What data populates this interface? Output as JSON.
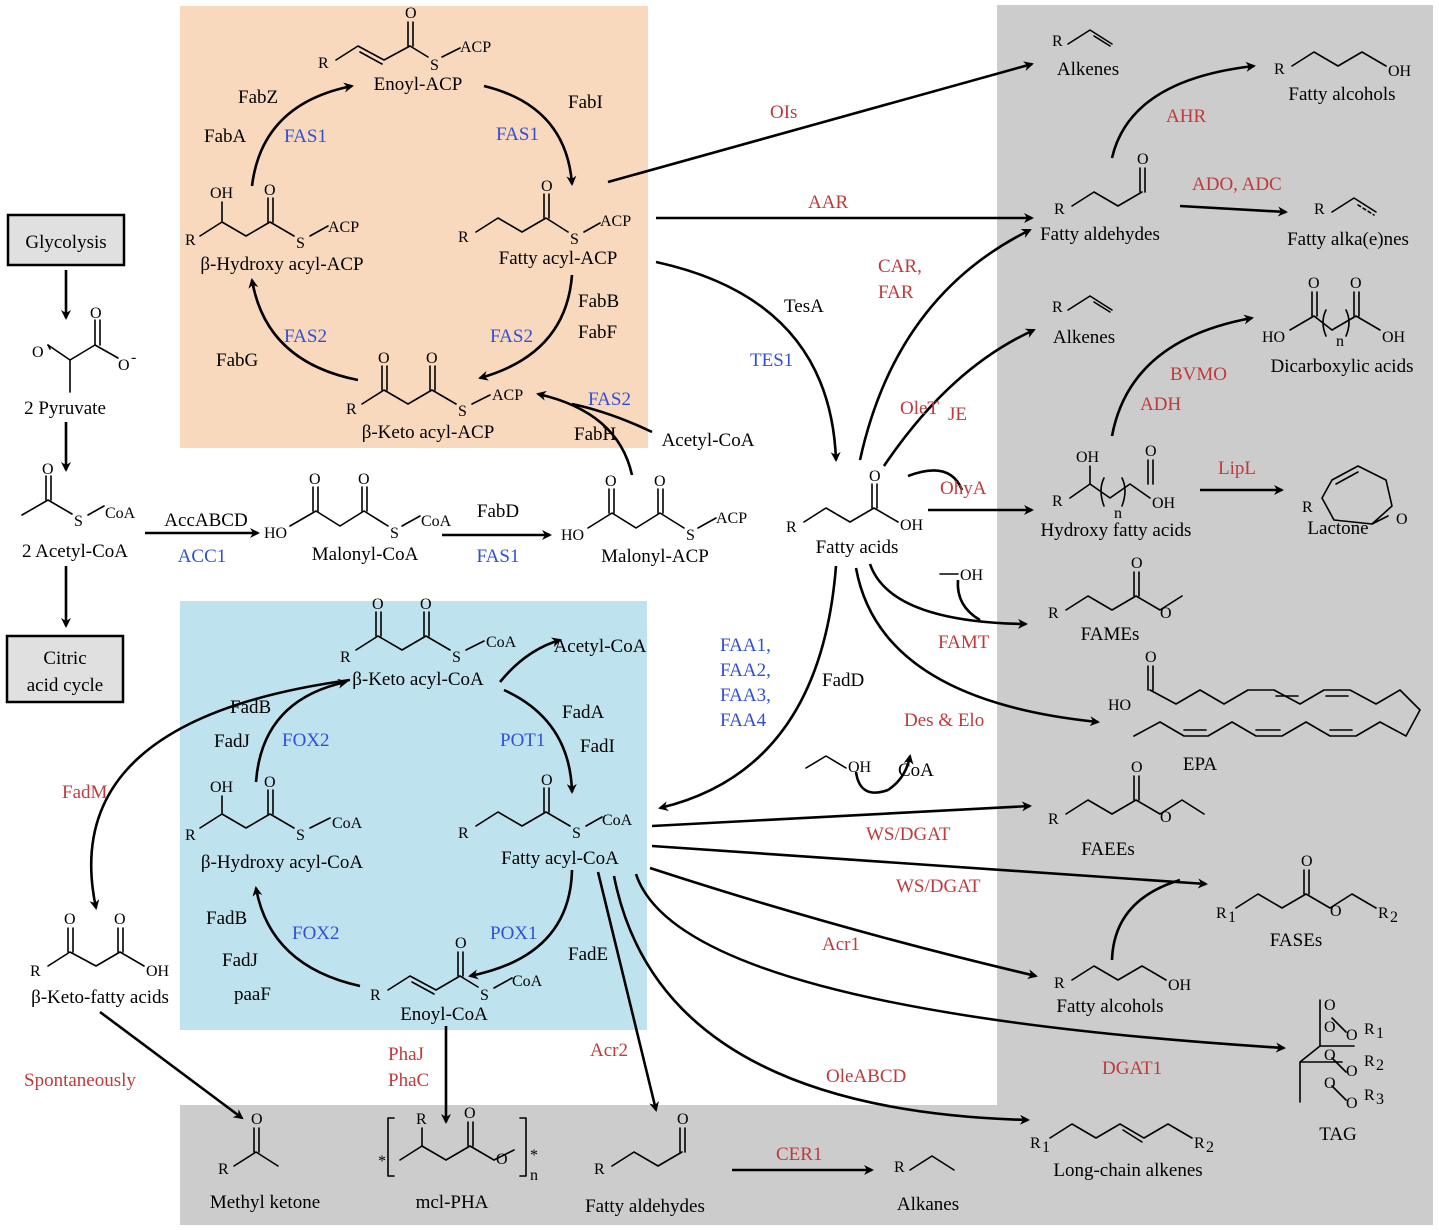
{
  "colors": {
    "orange_region": "#f9d9bd",
    "blue_region": "#bfe3ee",
    "gray_region": "#cccccc",
    "enzyme_red": "#c0393b",
    "enzyme_blue": "#2f4fd6",
    "box_fill": "#e0e0e0"
  },
  "boxes": {
    "glycolysis": "Glycolysis",
    "citric_1": "Citric",
    "citric_2": "acid cycle"
  },
  "compounds": {
    "pyruvate": "2 Pyruvate",
    "acetyl_coa_2": "2 Acetyl-CoA",
    "malonyl_coa": "Malonyl-CoA",
    "malonyl_acp": "Malonyl-ACP",
    "acetyl_coa_top": "Acetyl-CoA",
    "enoyl_acp": "Enoyl-ACP",
    "hydroxy_acyl_acp": "β-Hydroxy acyl-ACP",
    "fatty_acyl_acp": "Fatty acyl-ACP",
    "keto_acyl_acp": "β-Keto acyl-ACP",
    "fatty_acids": "Fatty acids",
    "keto_acyl_coa": "β-Keto acyl-CoA",
    "acetyl_coa_beta": "Acetyl-CoA",
    "hydroxy_acyl_coa": "β-Hydroxy acyl-CoA",
    "fatty_acyl_coa": "Fatty acyl-CoA",
    "enoyl_coa": "Enoyl-CoA",
    "keto_fatty_acids": "β-Keto-fatty acids",
    "alkenes_top": "Alkenes",
    "fatty_alcohols_top": "Fatty alcohols",
    "fatty_aldehydes_top": "Fatty aldehydes",
    "fatty_alkaenes": "Fatty alka(e)nes",
    "alkenes_mid": "Alkenes",
    "dicarboxylic_acids": "Dicarboxylic acids",
    "hydroxy_fatty_acids": "Hydroxy fatty acids",
    "lactone": "Lactone",
    "fames": "FAMEs",
    "epa": "EPA",
    "faees": "FAEEs",
    "coa": "CoA",
    "fases": "FASEs",
    "fatty_alcohols_bottom": "Fatty alcohols",
    "tag": "TAG",
    "long_chain_alkenes": "Long-chain alkenes",
    "methyl_ketone": "Methyl ketone",
    "mcl_pha": "mcl-PHA",
    "fatty_aldehydes_bottom": "Fatty aldehydes",
    "alkanes": "Alkanes"
  },
  "enzymes_black": {
    "accabcd": "AccABCD",
    "fadd_top": "FabD",
    "fabz": "FabZ",
    "faba": "FabA",
    "fabi": "FabI",
    "fabb": "FabB",
    "fabf": "FabF",
    "fabg": "FabG",
    "fabh": "FabH",
    "tesa": "TesA",
    "fadd": "FadD",
    "fadb_1": "FadB",
    "fadj_1": "FadJ",
    "fada": "FadA",
    "fadi": "FadI",
    "fadb_2": "FadB",
    "fadj_2": "FadJ",
    "paaf": "paaF",
    "fade": "FadE"
  },
  "enzymes_blue": {
    "acc1": "ACC1",
    "fas1_b": "FAS1",
    "fas1_a": "FAS1",
    "fas1_c": "FAS1",
    "fas2_a": "FAS2",
    "fas2_b": "FAS2",
    "fas2_c": "FAS2",
    "tes1": "TES1",
    "faa1": "FAA1,",
    "faa2": "FAA2,",
    "faa3": "FAA3,",
    "faa4": "FAA4",
    "fox2_a": "FOX2",
    "pot1": "POT1",
    "fox2_b": "FOX2",
    "pox1": "POX1"
  },
  "enzymes_red": {
    "ois": "OIs",
    "aar": "AAR",
    "ahr": "AHR",
    "ado_adc": "ADO, ADC",
    "car": "CAR,",
    "far": "FAR",
    "olet": "OleT",
    "olet_sub": "JE",
    "bvmo": "BVMO",
    "adh": "ADH",
    "ohya": "OhyA",
    "lipl": "LipL",
    "famt": "FAMT",
    "des_elo": "Des & Elo",
    "ws_dgat_1": "WS/DGAT",
    "ws_dgat_2": "WS/DGAT",
    "acr1": "Acr1",
    "dgat1": "DGAT1",
    "oleabcd": "OleABCD",
    "fadm": "FadM",
    "spontaneously": "Spontaneously",
    "phaj": "PhaJ",
    "phac": "PhaC",
    "acr2": "Acr2",
    "cer1": "CER1"
  },
  "atoms": {
    "R": "R",
    "O": "O",
    "OH": "OH",
    "HO": "HO",
    "S": "S",
    "ACP": "ACP",
    "CoA": "CoA",
    "O_minus": "O",
    "minus": "-",
    "n": "n",
    "star": "*",
    "R1": "R",
    "R2": "R",
    "R3": "R",
    "sub1": "1",
    "sub2": "2",
    "sub3": "3"
  }
}
